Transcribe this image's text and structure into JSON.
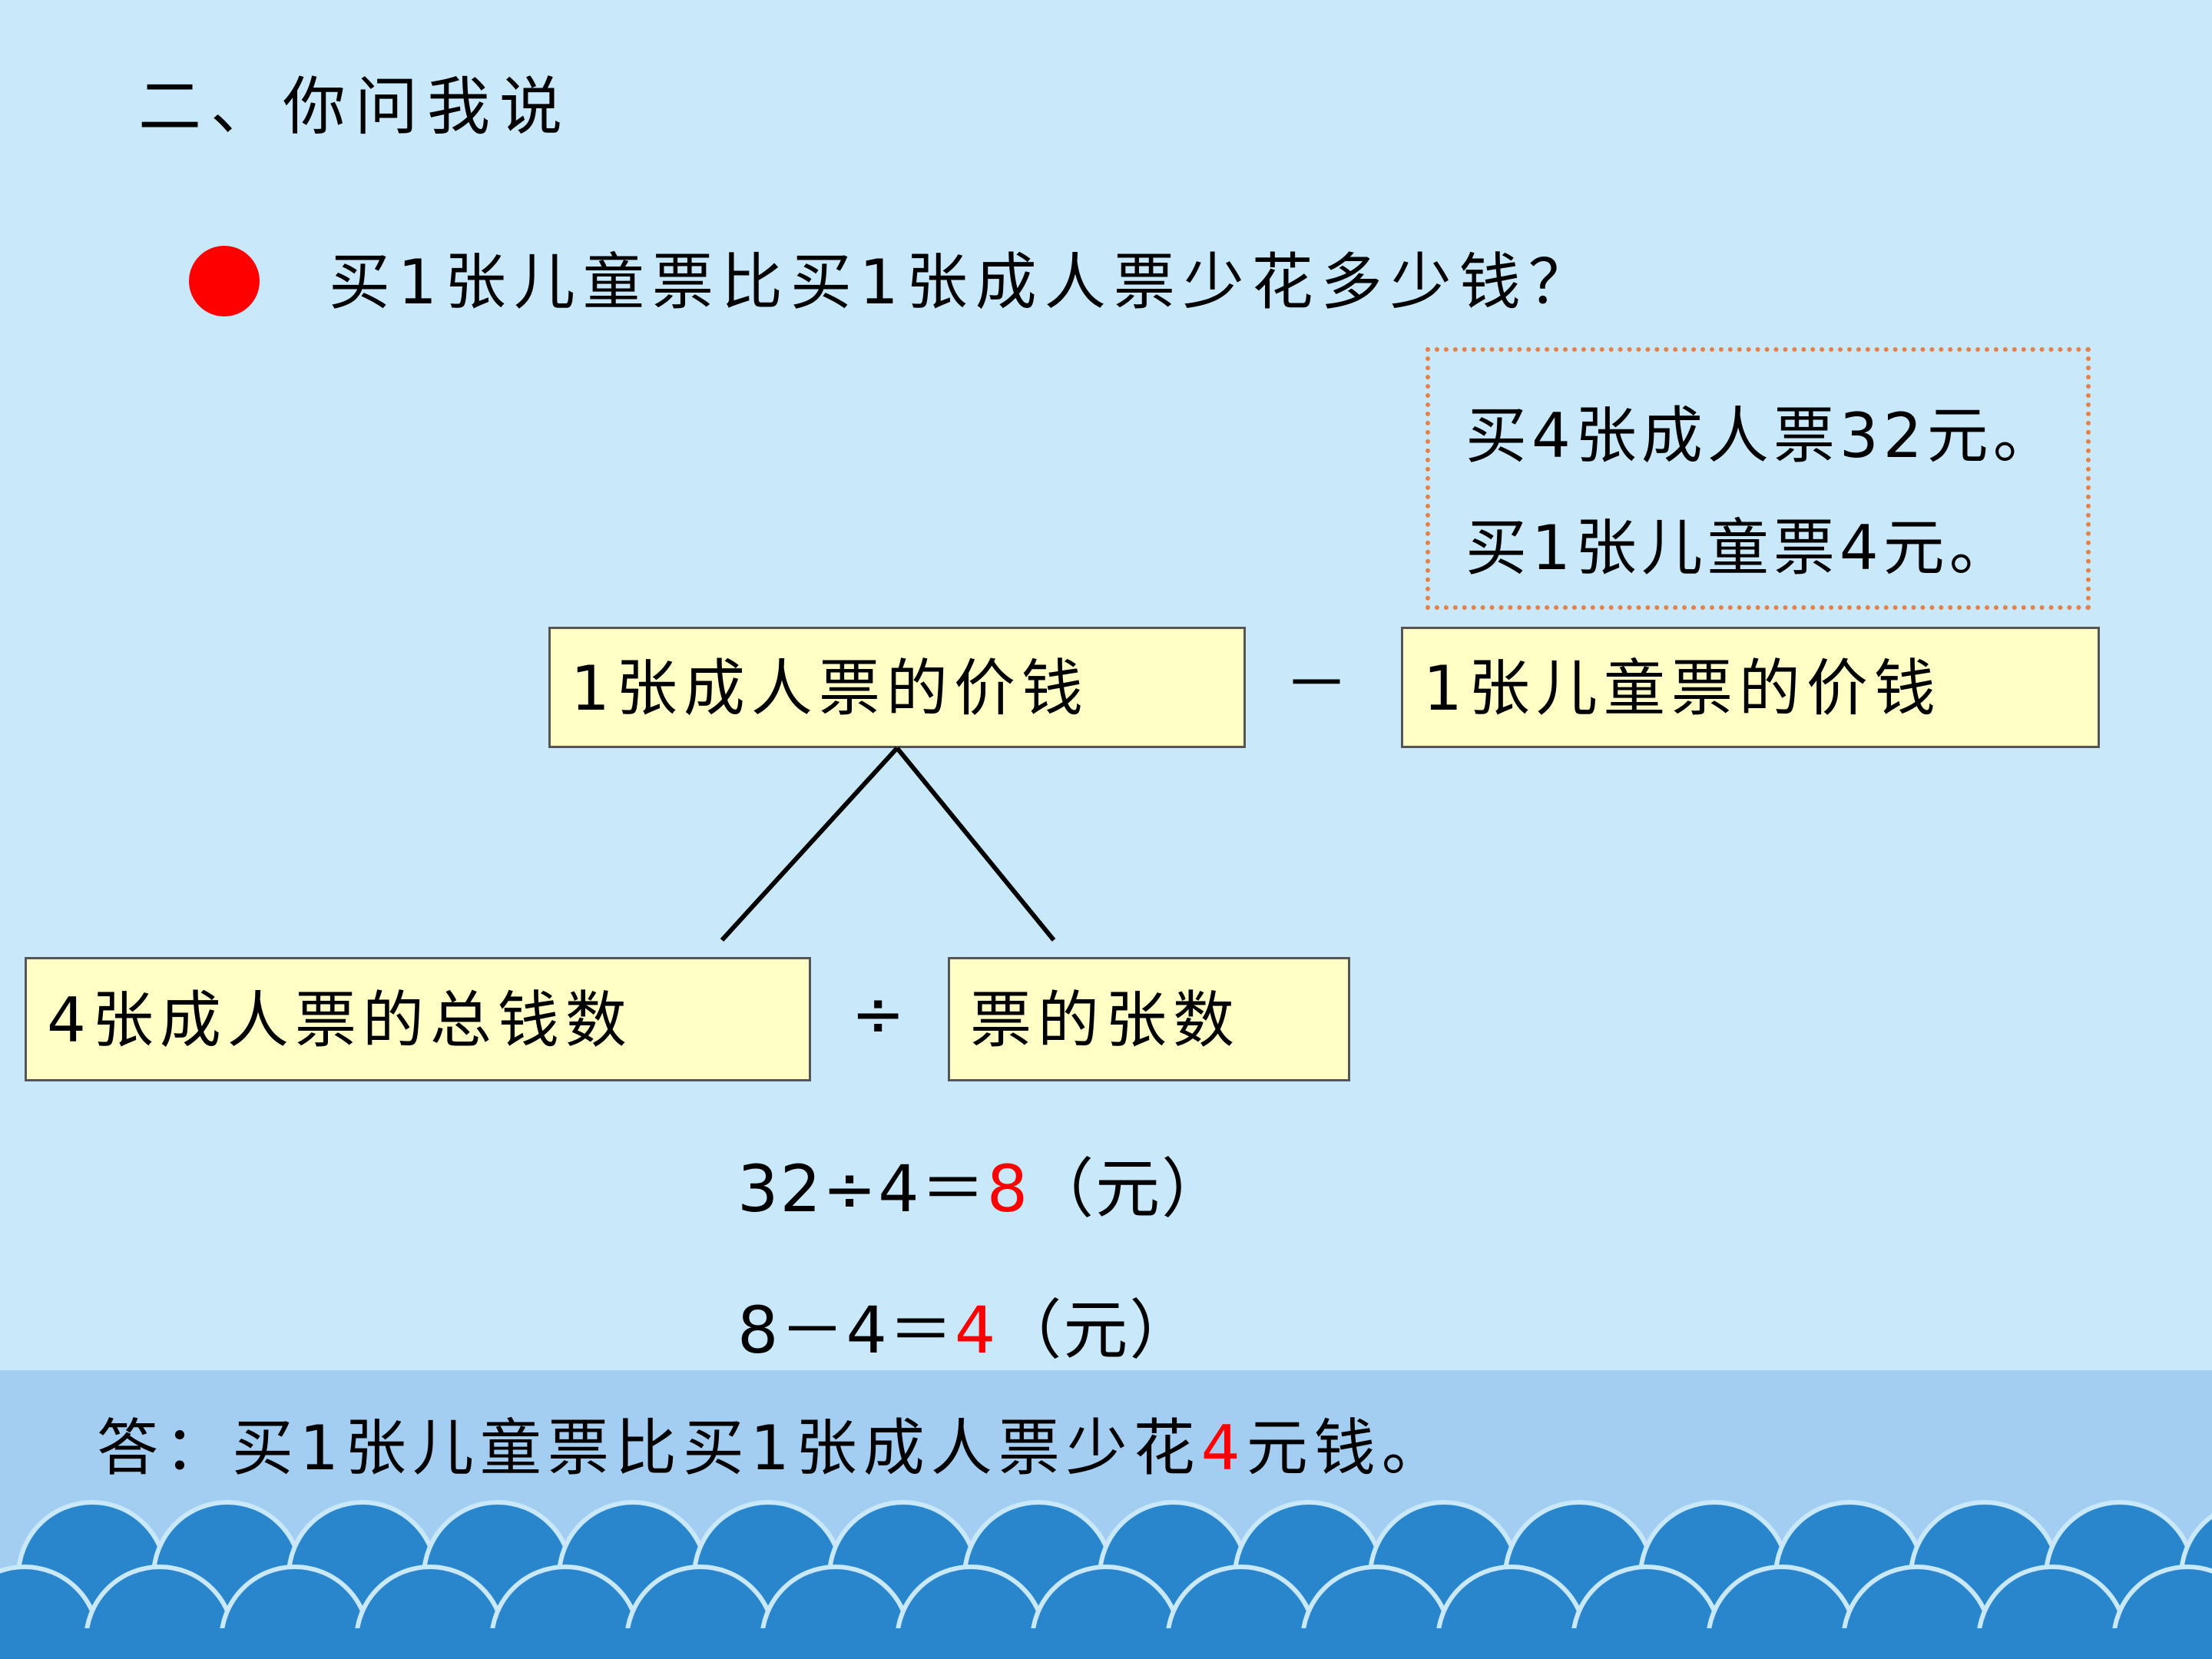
{
  "title": "二、你问我说",
  "question": "买1张儿童票比买1张成人票少花多少钱？",
  "info": {
    "line1": "买4张成人票32元。",
    "line2": "买1张儿童票4元。"
  },
  "boxes": {
    "adult_price": "1张成人票的价钱",
    "minus_sign": "－",
    "child_price": "1张儿童票的价钱",
    "adult_total": "4张成人票的总钱数",
    "divide_sign": "÷",
    "ticket_count": "票的张数"
  },
  "equations": {
    "eq1_expr": "32÷4＝",
    "eq1_result": "8",
    "eq1_unit": "（元）",
    "eq2_expr": "8－4＝",
    "eq2_result": "4",
    "eq2_unit": "（元）"
  },
  "answer": {
    "prefix": "答：买1张儿童票比买1张成人票少花",
    "value": "4",
    "suffix": "元钱。"
  },
  "colors": {
    "background": "#c9e9fb",
    "box_fill": "#ffffc6",
    "highlight": "#ff0000",
    "dotted_border": "#e2814a",
    "wave": "#2a86cc",
    "bottom_band": "#a3cef1"
  }
}
